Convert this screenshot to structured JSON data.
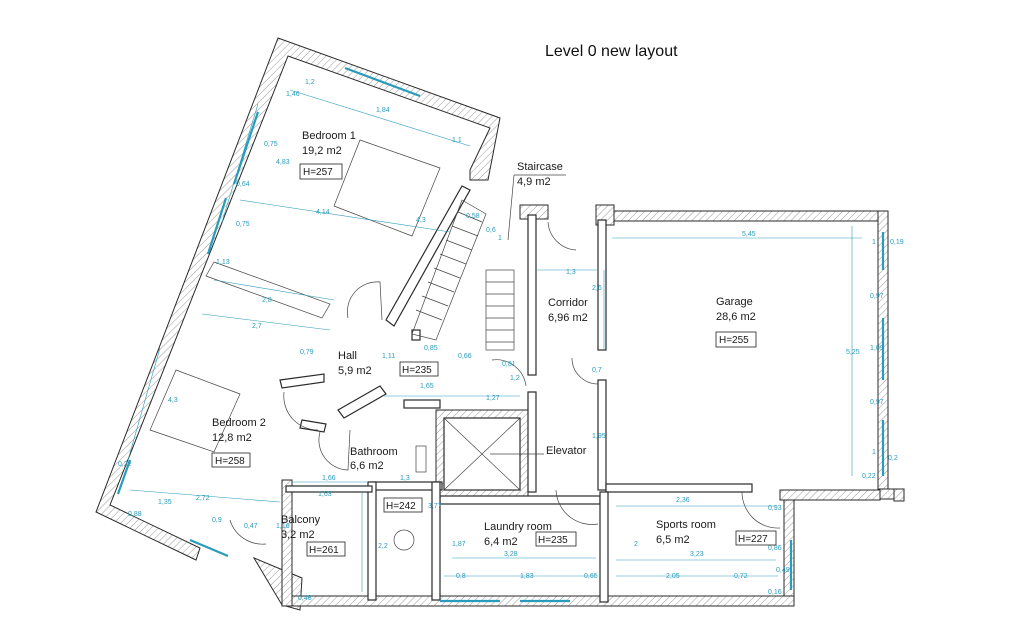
{
  "title": "Level 0 new layout",
  "rooms": [
    {
      "name": "Bedroom 1",
      "area": "19,2 m2",
      "height": "H=257"
    },
    {
      "name": "Staircase",
      "area": "4,9 m2",
      "height": ""
    },
    {
      "name": "Garage",
      "area": "28,6 m2",
      "height": "H=255"
    },
    {
      "name": "Corridor",
      "area": "6,96 m2",
      "height": ""
    },
    {
      "name": "Hall",
      "area": "5,9 m2",
      "height": "H=235"
    },
    {
      "name": "Bedroom 2",
      "area": "12,8 m2",
      "height": "H=258"
    },
    {
      "name": "Bathroom",
      "area": "6,6 m2",
      "height": "H=242"
    },
    {
      "name": "Elevator",
      "area": "",
      "height": ""
    },
    {
      "name": "Balcony",
      "area": "3,2 m2",
      "height": "H=261"
    },
    {
      "name": "Laundry room",
      "area": "6,4 m2",
      "height": "H=235"
    },
    {
      "name": "Sports room",
      "area": "6,5 m2",
      "height": "H=227"
    }
  ],
  "dimensions": [
    "1,2",
    "1,46",
    "1,84",
    "0,75",
    "4,83",
    "0,64",
    "0,75",
    "1,1",
    "4,14",
    "4,3",
    "1,13",
    "2,8",
    "2,7",
    "0,79",
    "4,3",
    "0,58",
    "0,6",
    "1",
    "1,3",
    "2,6",
    "5,45",
    "0,19",
    "0,97",
    "1,09",
    "0,97",
    "5,25",
    "0,22",
    "0,2",
    "1",
    "1",
    "0,85",
    "0,66",
    "0,81",
    "1,2",
    "1,11",
    "1,65",
    "1,27",
    "0,7",
    "1,95",
    "0,22",
    "1,35",
    "2,72",
    "0,9",
    "0,47",
    "1,16",
    "0,88",
    "1,66",
    "1,3",
    "3,77",
    "1,63",
    "2,2",
    "0,48",
    "2,36",
    "0,93",
    "1,87",
    "3,28",
    "2",
    "3,23",
    "0,86",
    "0,8",
    "1,83",
    "0,65",
    "2,05",
    "0,72",
    "0,49",
    "0,16"
  ]
}
